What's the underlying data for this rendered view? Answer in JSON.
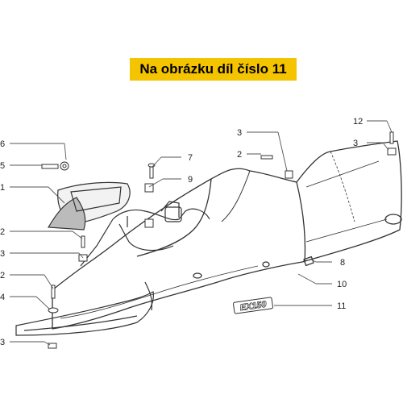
{
  "banner": {
    "text": "Na obrázku díl číslo 11",
    "background": "#f5c400"
  },
  "callouts": [
    "6",
    "5",
    "1",
    "7",
    "9",
    "2",
    "3",
    "2",
    "3",
    "12",
    "3",
    "8",
    "10",
    "11",
    "2",
    "3",
    "4"
  ],
  "emblem_text": "EX150",
  "line_color": "#555555"
}
